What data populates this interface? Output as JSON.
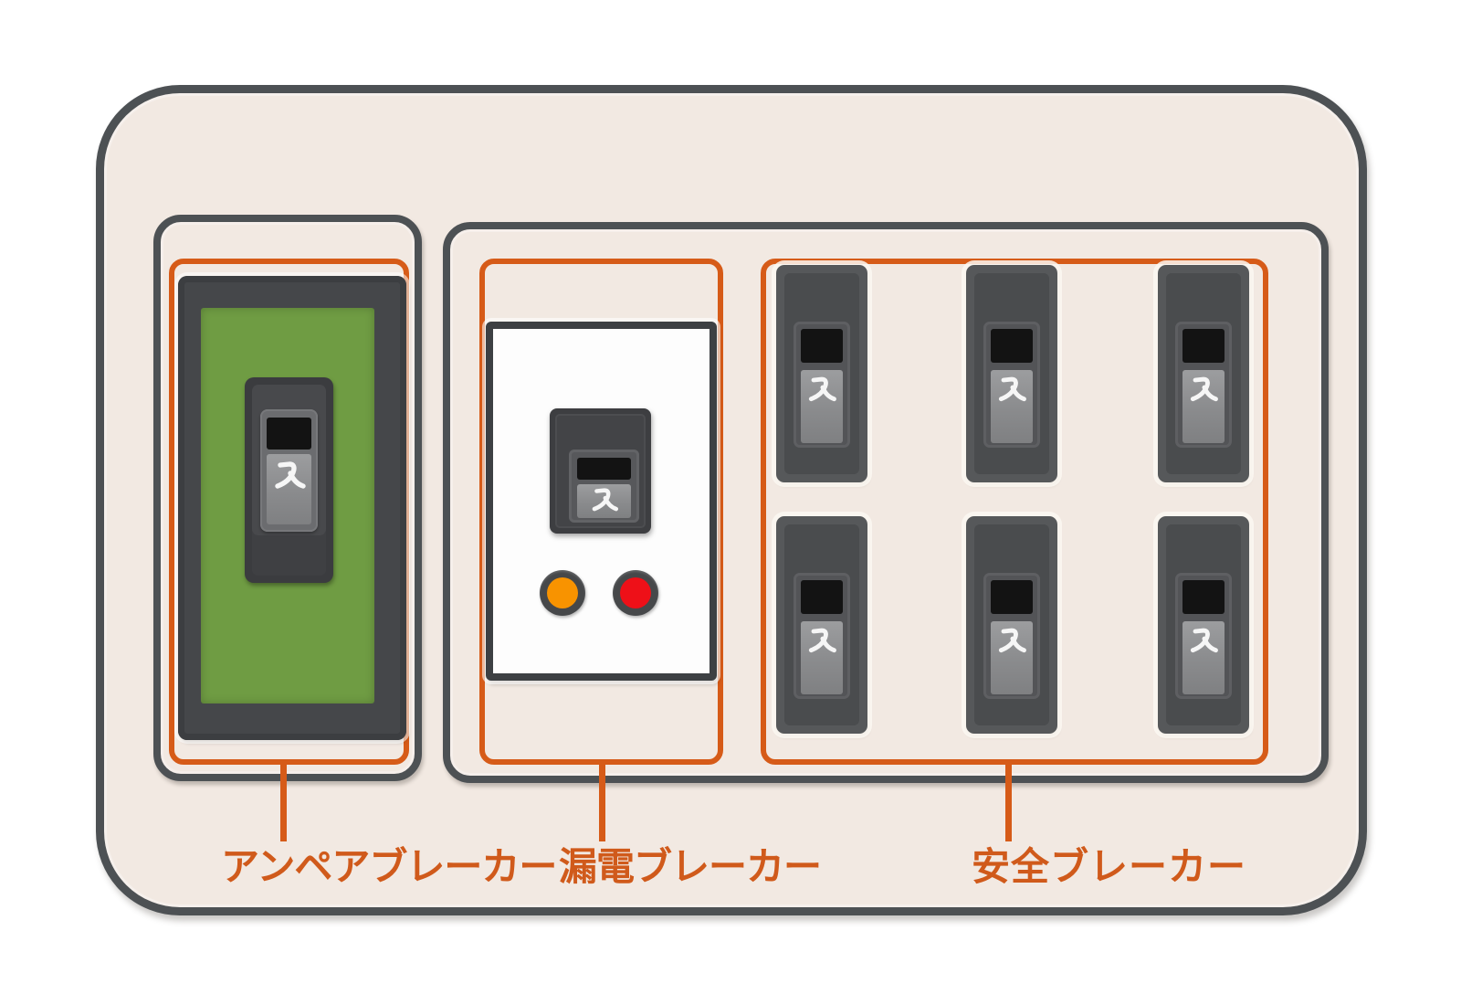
{
  "diagram": {
    "ampere_breaker": {
      "label": "アンペアブレーカー",
      "switch_state": "入",
      "panel_color": "#6f9c43"
    },
    "leakage_breaker": {
      "label": "漏電ブレーカー",
      "switch_state": "入",
      "left_lamp_color": "#f89300",
      "right_lamp_color": "#ee1018"
    },
    "safety_breakers": {
      "label": "安全ブレーカー",
      "switch_state": "入",
      "count": 6,
      "rows": 2,
      "columns": 3
    },
    "colors": {
      "accent_orange": "#d65b18",
      "board_beige": "#f2e9e2",
      "outline_gray": "#4d5154"
    }
  }
}
